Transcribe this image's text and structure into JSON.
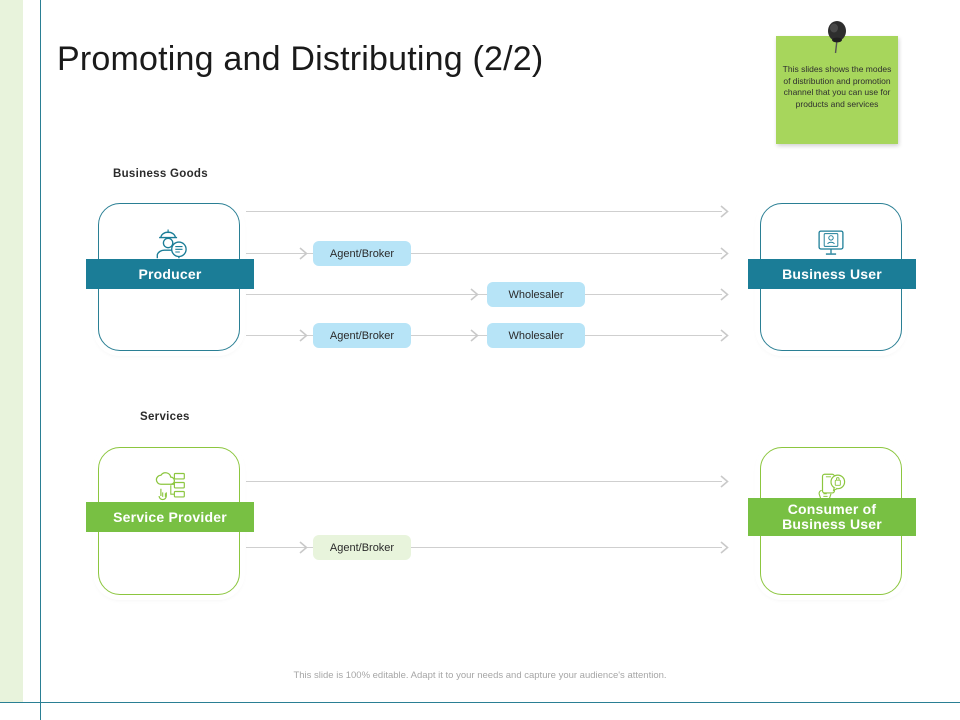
{
  "slide": {
    "title": "Promoting and Distributing (2/2)",
    "footer_note": "This slide is 100% editable. Adapt it to your needs and capture your audience's attention."
  },
  "sticky_note": {
    "text": "This slides shows the modes of distribution and promotion channel that you can use for products and services",
    "background_color": "#a7d65c",
    "pin_color": "#333333",
    "pin_icon": "push-pin-icon"
  },
  "sections": [
    {
      "caption": "Business Goods",
      "accent_color": "#1b7d97",
      "source": {
        "label": "Producer",
        "icon": "worker-producer-icon"
      },
      "destination": {
        "label": "Business User",
        "icon": "monitor-user-icon"
      },
      "intermediaries": [
        "Agent/Broker",
        "Wholesaler",
        "Agent/Broker",
        "Wholesaler"
      ]
    },
    {
      "caption": "Services",
      "accent_color": "#78c043",
      "source": {
        "label": "Service Provider",
        "icon": "service-network-icon"
      },
      "destination": {
        "label_line1": "Consumer of",
        "label_line2": "Business User",
        "icon": "hand-phone-chat-icon"
      },
      "intermediaries": [
        "Agent/Broker"
      ]
    }
  ],
  "flows": {
    "goods": [
      {
        "pills": []
      },
      {
        "pills": [
          "Agent/Broker"
        ]
      },
      {
        "pills": [
          "Wholesaler"
        ]
      },
      {
        "pills": [
          "Agent/Broker",
          "Wholesaler"
        ]
      }
    ],
    "services": [
      {
        "pills": []
      },
      {
        "pills": [
          "Agent/Broker"
        ]
      }
    ]
  },
  "colors": {
    "teal": "#1b7d97",
    "teal_border": "#2a7f94",
    "green": "#78c043",
    "green_border": "#8cc63f",
    "pill_blue": "#b7e4f7",
    "pill_pale_green": "#e8f4dc",
    "line_grey": "#cfcfcf",
    "left_band_green": "#e8f3dc"
  }
}
